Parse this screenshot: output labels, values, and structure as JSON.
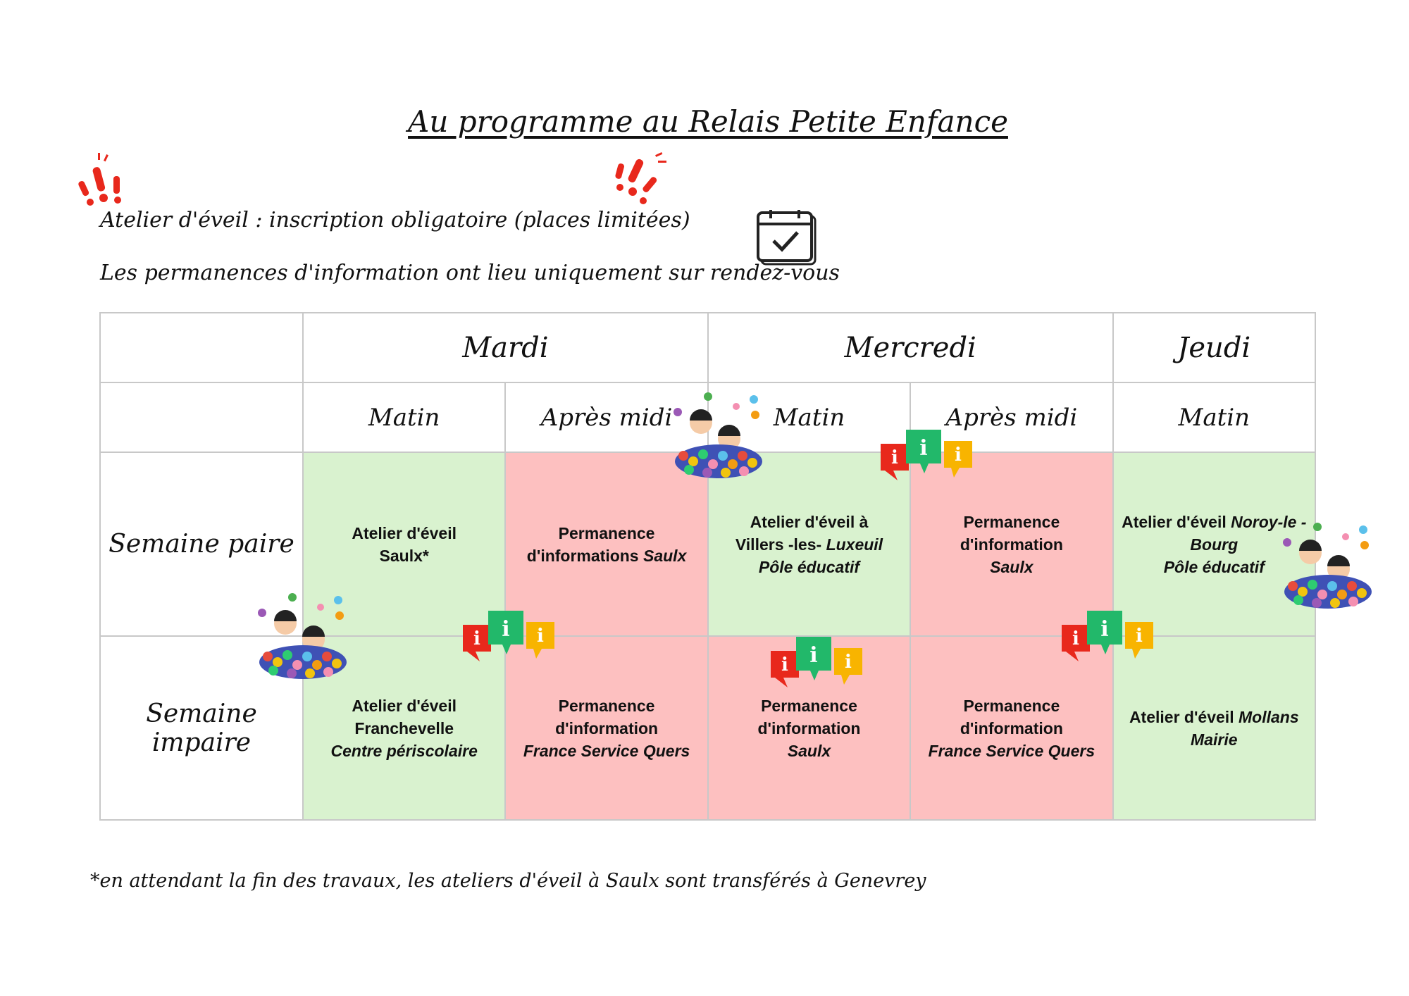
{
  "title": "Au programme au Relais Petite Enfance",
  "notes": {
    "atelier": "Atelier d'éveil : inscription obligatoire (places limitées)",
    "permanences": "Les permanences d'information ont lieu uniquement sur rendez-vous"
  },
  "table": {
    "days": [
      "Mardi",
      "Mercredi",
      "Jeudi"
    ],
    "periods": [
      "Matin",
      "Après midi",
      "Matin",
      "Après midi",
      "Matin"
    ],
    "rows": [
      {
        "label": "Semaine paire",
        "cells": [
          {
            "type": "atelier",
            "lines": [
              "Atelier d'éveil",
              "Saulx*"
            ]
          },
          {
            "type": "permanence",
            "lines": [
              "Permanence",
              "d'informations "
            ],
            "italic": "Saulx"
          },
          {
            "type": "atelier",
            "lines": [
              "Atelier d'éveil à",
              "Villers -les- "
            ],
            "italic": "Luxeuil",
            "italic2": "Pôle éducatif"
          },
          {
            "type": "permanence",
            "lines": [
              "Permanence",
              "d'information"
            ],
            "italic": "Saulx"
          },
          {
            "type": "atelier",
            "lines": [
              "Atelier d'éveil "
            ],
            "italic": "Noroy-le -Bourg",
            "italic2": "Pôle éducatif"
          }
        ]
      },
      {
        "label": "Semaine impaire",
        "cells": [
          {
            "type": "atelier",
            "lines": [
              "Atelier d'éveil",
              "Franchevelle"
            ],
            "italic": "Centre périscolaire"
          },
          {
            "type": "permanence",
            "lines": [
              "Permanence",
              "d'information"
            ],
            "italic": "France Service Quers"
          },
          {
            "type": "permanence",
            "lines": [
              "Permanence",
              "d'information"
            ],
            "italic": "Saulx"
          },
          {
            "type": "permanence",
            "lines": [
              "Permanence",
              "d'information"
            ],
            "italic": "France Service Quers"
          },
          {
            "type": "atelier",
            "lines": [
              "Atelier d'éveil "
            ],
            "italic": "Mollans",
            "italic2": "Mairie"
          }
        ]
      }
    ]
  },
  "footnote": "*en attendant la fin des travaux, les ateliers d'éveil à Saulx sont transférés à Genevrey",
  "colors": {
    "atelier": "#d9f2cf",
    "permanence": "#fdc0c0",
    "border": "#c8c8c8"
  },
  "icons": [
    "exclamation-icon",
    "calendar-check-icon",
    "info-bubbles-icon",
    "children-ball-pit-icon"
  ]
}
